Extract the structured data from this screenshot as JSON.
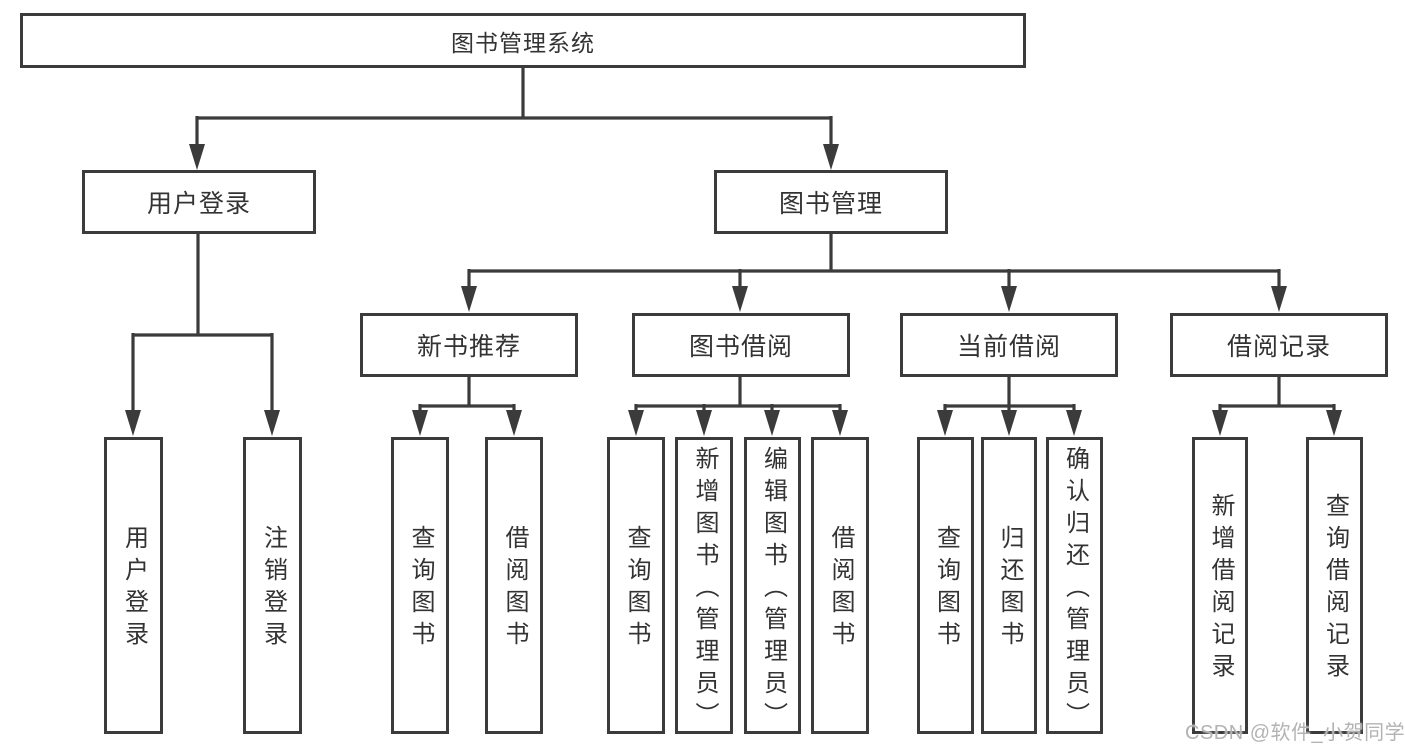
{
  "diagram": {
    "type": "hierarchy-tree",
    "colors": {
      "line": "#3b3b3b",
      "box_border": "#3b3b3b",
      "box_fill": "#ffffff",
      "text": "#333333",
      "background": "#ffffff",
      "watermark_text_color": "#b3b3b3"
    },
    "watermark": "CSDN @软件_小贺同学",
    "tree": {
      "label": "图书管理系统",
      "children": [
        {
          "label": "用户登录",
          "children": [
            {
              "label": "用户登录"
            },
            {
              "label": "注销登录"
            }
          ]
        },
        {
          "label": "图书管理",
          "children": [
            {
              "label": "新书推荐",
              "children": [
                {
                  "label": "查询图书"
                },
                {
                  "label": "借阅图书"
                }
              ]
            },
            {
              "label": "图书借阅",
              "children": [
                {
                  "label": "查询图书"
                },
                {
                  "label": "新增图书（管理员）"
                },
                {
                  "label": "编辑图书（管理员）"
                },
                {
                  "label": "借阅图书"
                }
              ]
            },
            {
              "label": "当前借阅",
              "children": [
                {
                  "label": "查询图书"
                },
                {
                  "label": "归还图书"
                },
                {
                  "label": "确认归还（管理员）"
                }
              ]
            },
            {
              "label": "借阅记录",
              "children": [
                {
                  "label": "新增借阅记录"
                },
                {
                  "label": "查询借阅记录"
                }
              ]
            }
          ]
        }
      ]
    }
  }
}
